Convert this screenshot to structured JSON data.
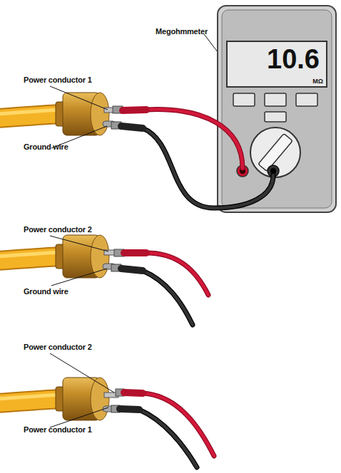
{
  "diagram": {
    "nodes": [
      {
        "text": [
          "10.6",
          "MΩ"
        ]
      }
    ],
    "labels": [
      "Megohmmeter",
      "Power conductor 1",
      "Ground wire",
      "Power conductor 2",
      "Ground wire",
      "Power conductor 2",
      "Power conductor 1"
    ]
  }
}
